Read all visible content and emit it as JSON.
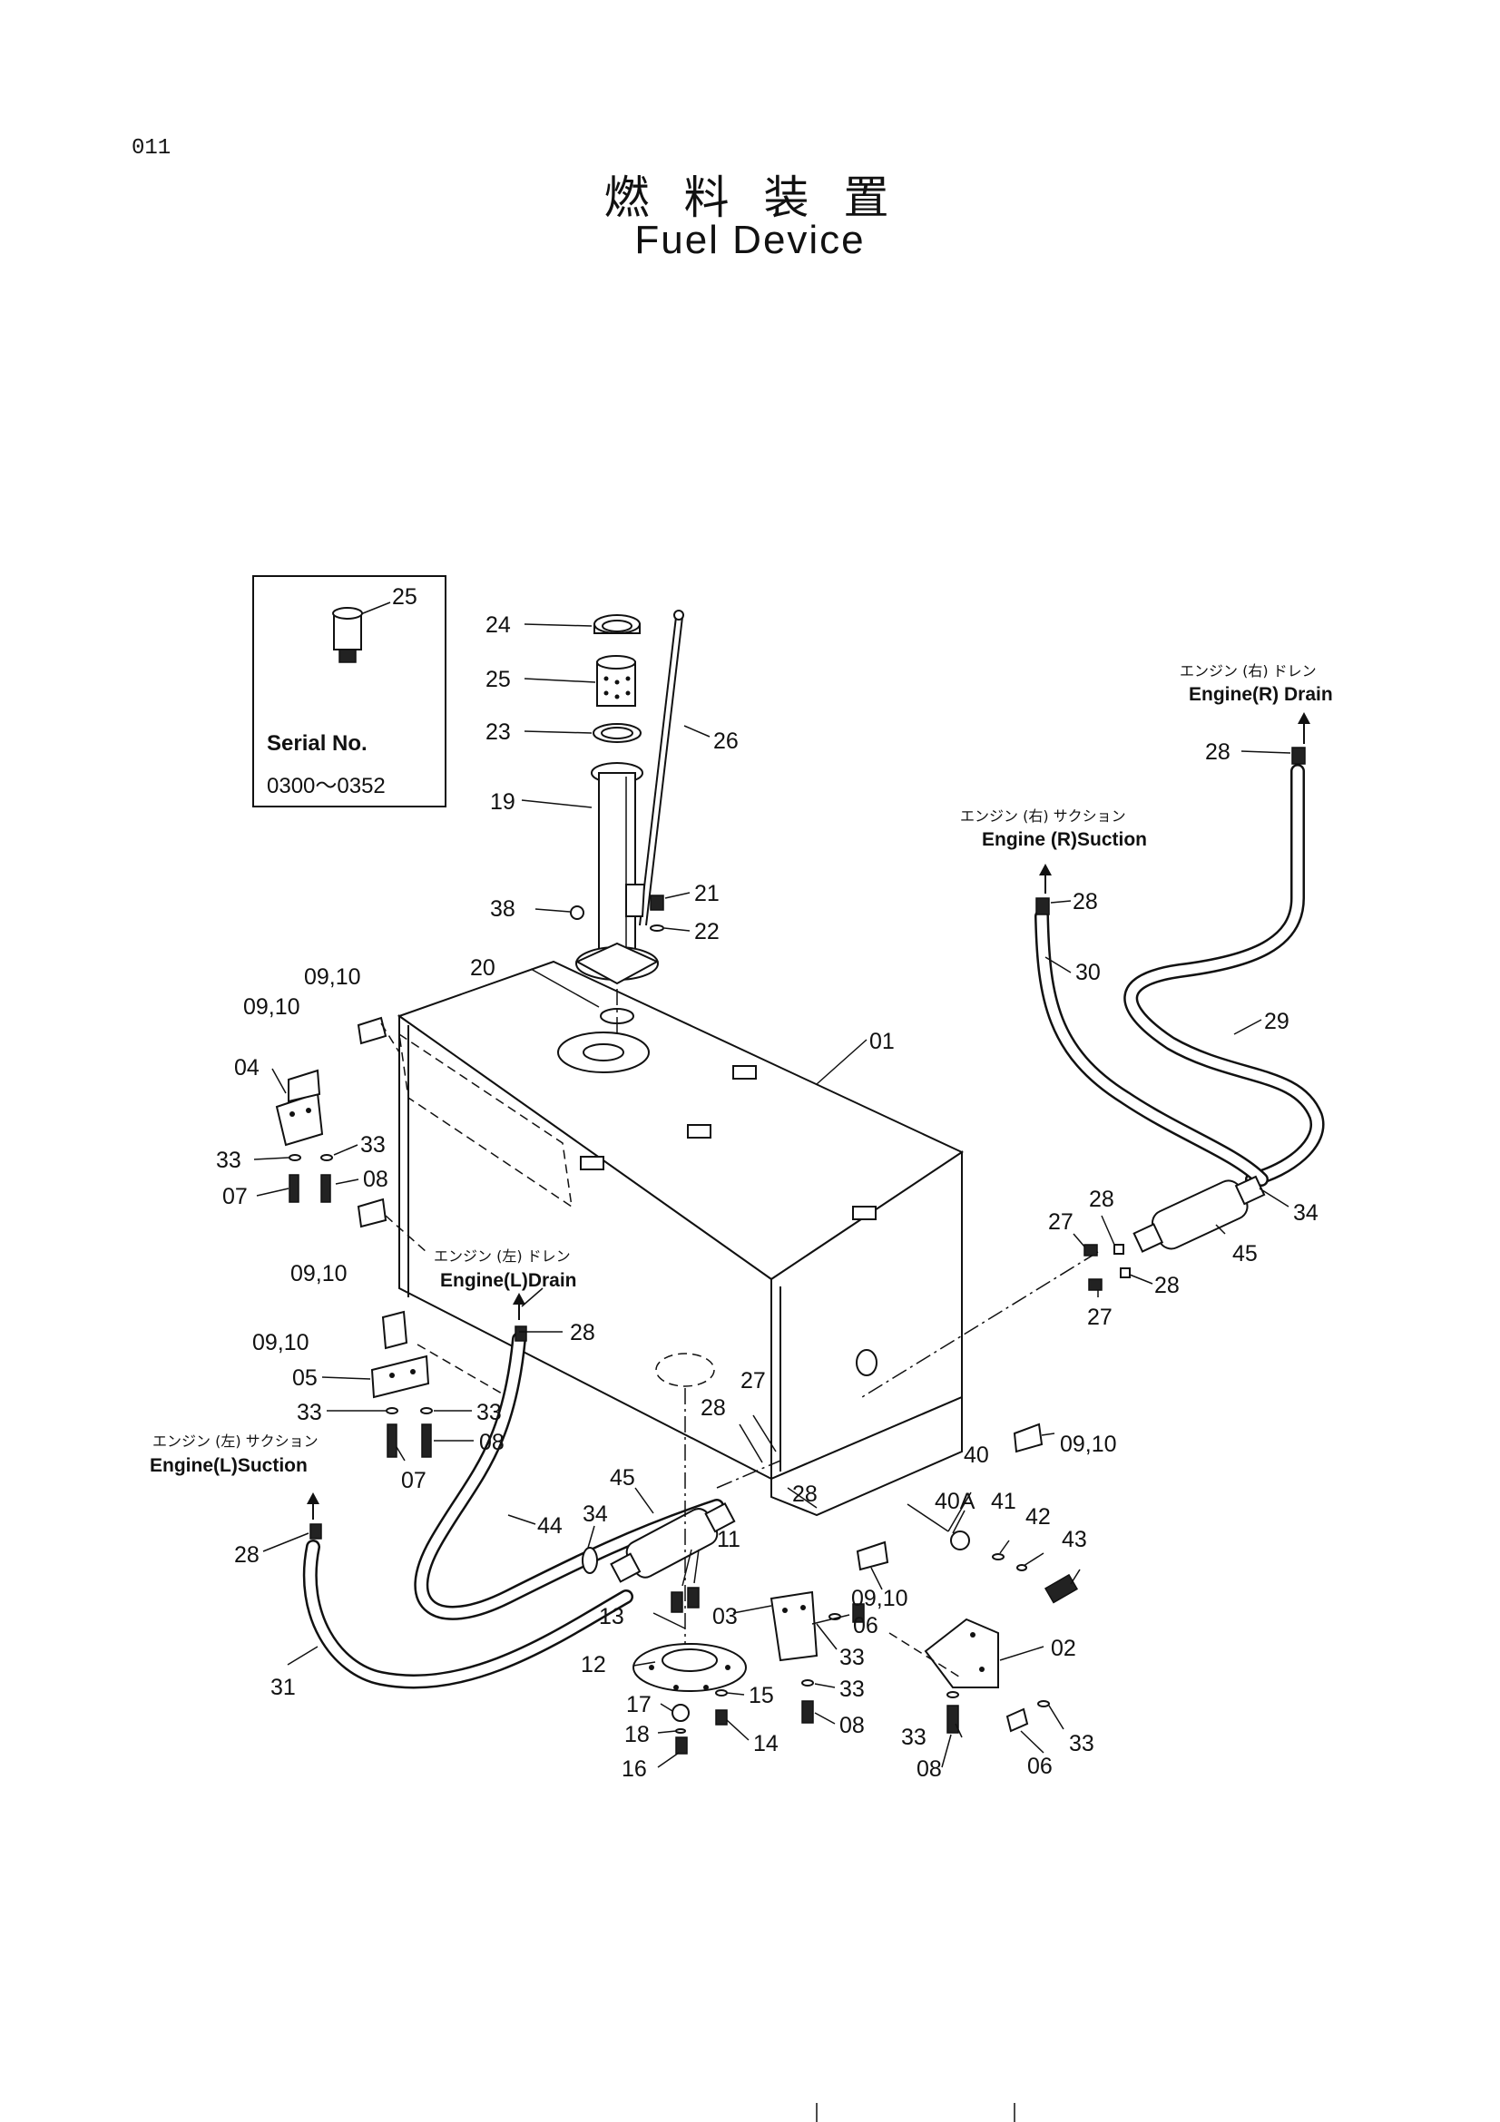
{
  "page_number": "011",
  "title_jp": "燃料装置",
  "title_en": "Fuel Device",
  "inset": {
    "part": "25",
    "serial_label": "Serial No.",
    "serial_range": "0300～0352"
  },
  "notes": {
    "engine_r_drain_jp": "エンジン (右) ドレン",
    "engine_r_drain_en": "Engine(R) Drain",
    "engine_r_suction_jp": "エンジン (右) サクション",
    "engine_r_suction_en": "Engine (R)Suction",
    "engine_l_drain_jp": "エンジン (左) ドレン",
    "engine_l_drain_en": "Engine(L)Drain",
    "engine_l_suction_jp": "エンジン (左) サクション",
    "engine_l_suction_en": "Engine(L)Suction"
  },
  "labels": {
    "p24": "24",
    "p25": "25",
    "p23": "23",
    "p26": "26",
    "p19": "19",
    "p21": "21",
    "p22": "22",
    "p38": "38",
    "p20": "20",
    "p01": "01",
    "p09_10_a": "09,10",
    "p09_10_b": "09,10",
    "p04": "04",
    "p33_a": "33",
    "p33_b": "33",
    "p07_a": "07",
    "p08_a": "08",
    "p09_10_c": "09,10",
    "p28_ld": "28",
    "p09_10_d": "09,10",
    "p05": "05",
    "p33_c": "33",
    "p33_d": "33",
    "p08_b": "08",
    "p07_b": "07",
    "p28_ls": "28",
    "p44": "44",
    "p34_l": "34",
    "p45_l": "45",
    "p31": "31",
    "p27_c": "27",
    "p28_c": "28",
    "p28_c2": "28",
    "p11": "11",
    "p13": "13",
    "p03": "03",
    "p06_a": "06",
    "p12": "12",
    "p33_e": "33",
    "p33_f": "33",
    "p17": "17",
    "p15": "15",
    "p18": "18",
    "p08_c": "08",
    "p14": "14",
    "p16": "16",
    "p09_10_e": "09,10",
    "p40": "40",
    "p40a": "40A",
    "p41": "41",
    "p42": "42",
    "p43": "43",
    "p02": "02",
    "p33_g": "33",
    "p33_h": "33",
    "p08_d": "08",
    "p06_b": "06",
    "p09_10_f": "09,10",
    "p28_rd": "28",
    "p28_rs": "28",
    "p30": "30",
    "p29": "29",
    "p34_r": "34",
    "p45_r": "45",
    "p27_a": "27",
    "p28_a": "28",
    "p27_b": "27",
    "p28_b": "28"
  }
}
